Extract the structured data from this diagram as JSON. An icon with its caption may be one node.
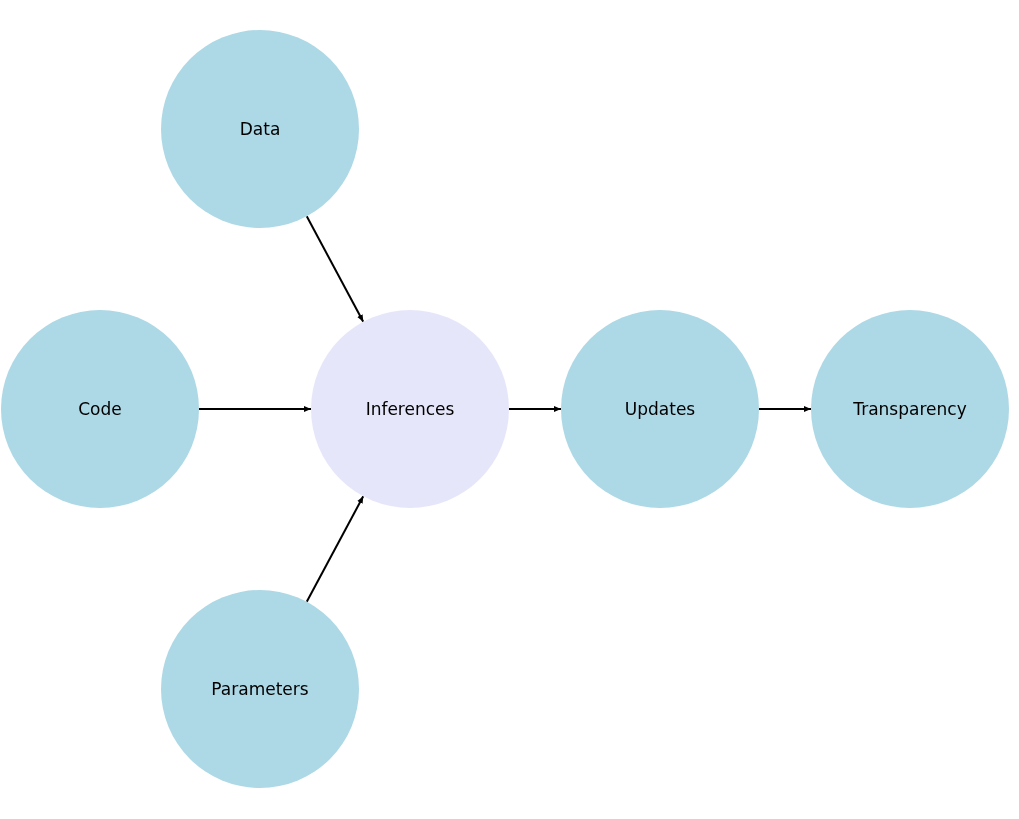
{
  "diagram": {
    "nodes": [
      {
        "text": [
          "Data"
        ]
      },
      {
        "text": [
          "Code"
        ]
      },
      {
        "text": [
          "Inferences"
        ]
      },
      {
        "text": [
          "Updates"
        ]
      },
      {
        "text": [
          "Transparency"
        ]
      },
      {
        "text": [
          "Parameters"
        ]
      }
    ],
    "edges": [
      {
        "from": 0,
        "to": 2,
        "arrow": "to"
      },
      {
        "from": 1,
        "to": 2,
        "arrow": "to"
      },
      {
        "from": 5,
        "to": 2,
        "arrow": "to"
      },
      {
        "from": 2,
        "to": 3,
        "arrow": "to"
      },
      {
        "from": 3,
        "to": 4,
        "arrow": "to"
      }
    ]
  }
}
